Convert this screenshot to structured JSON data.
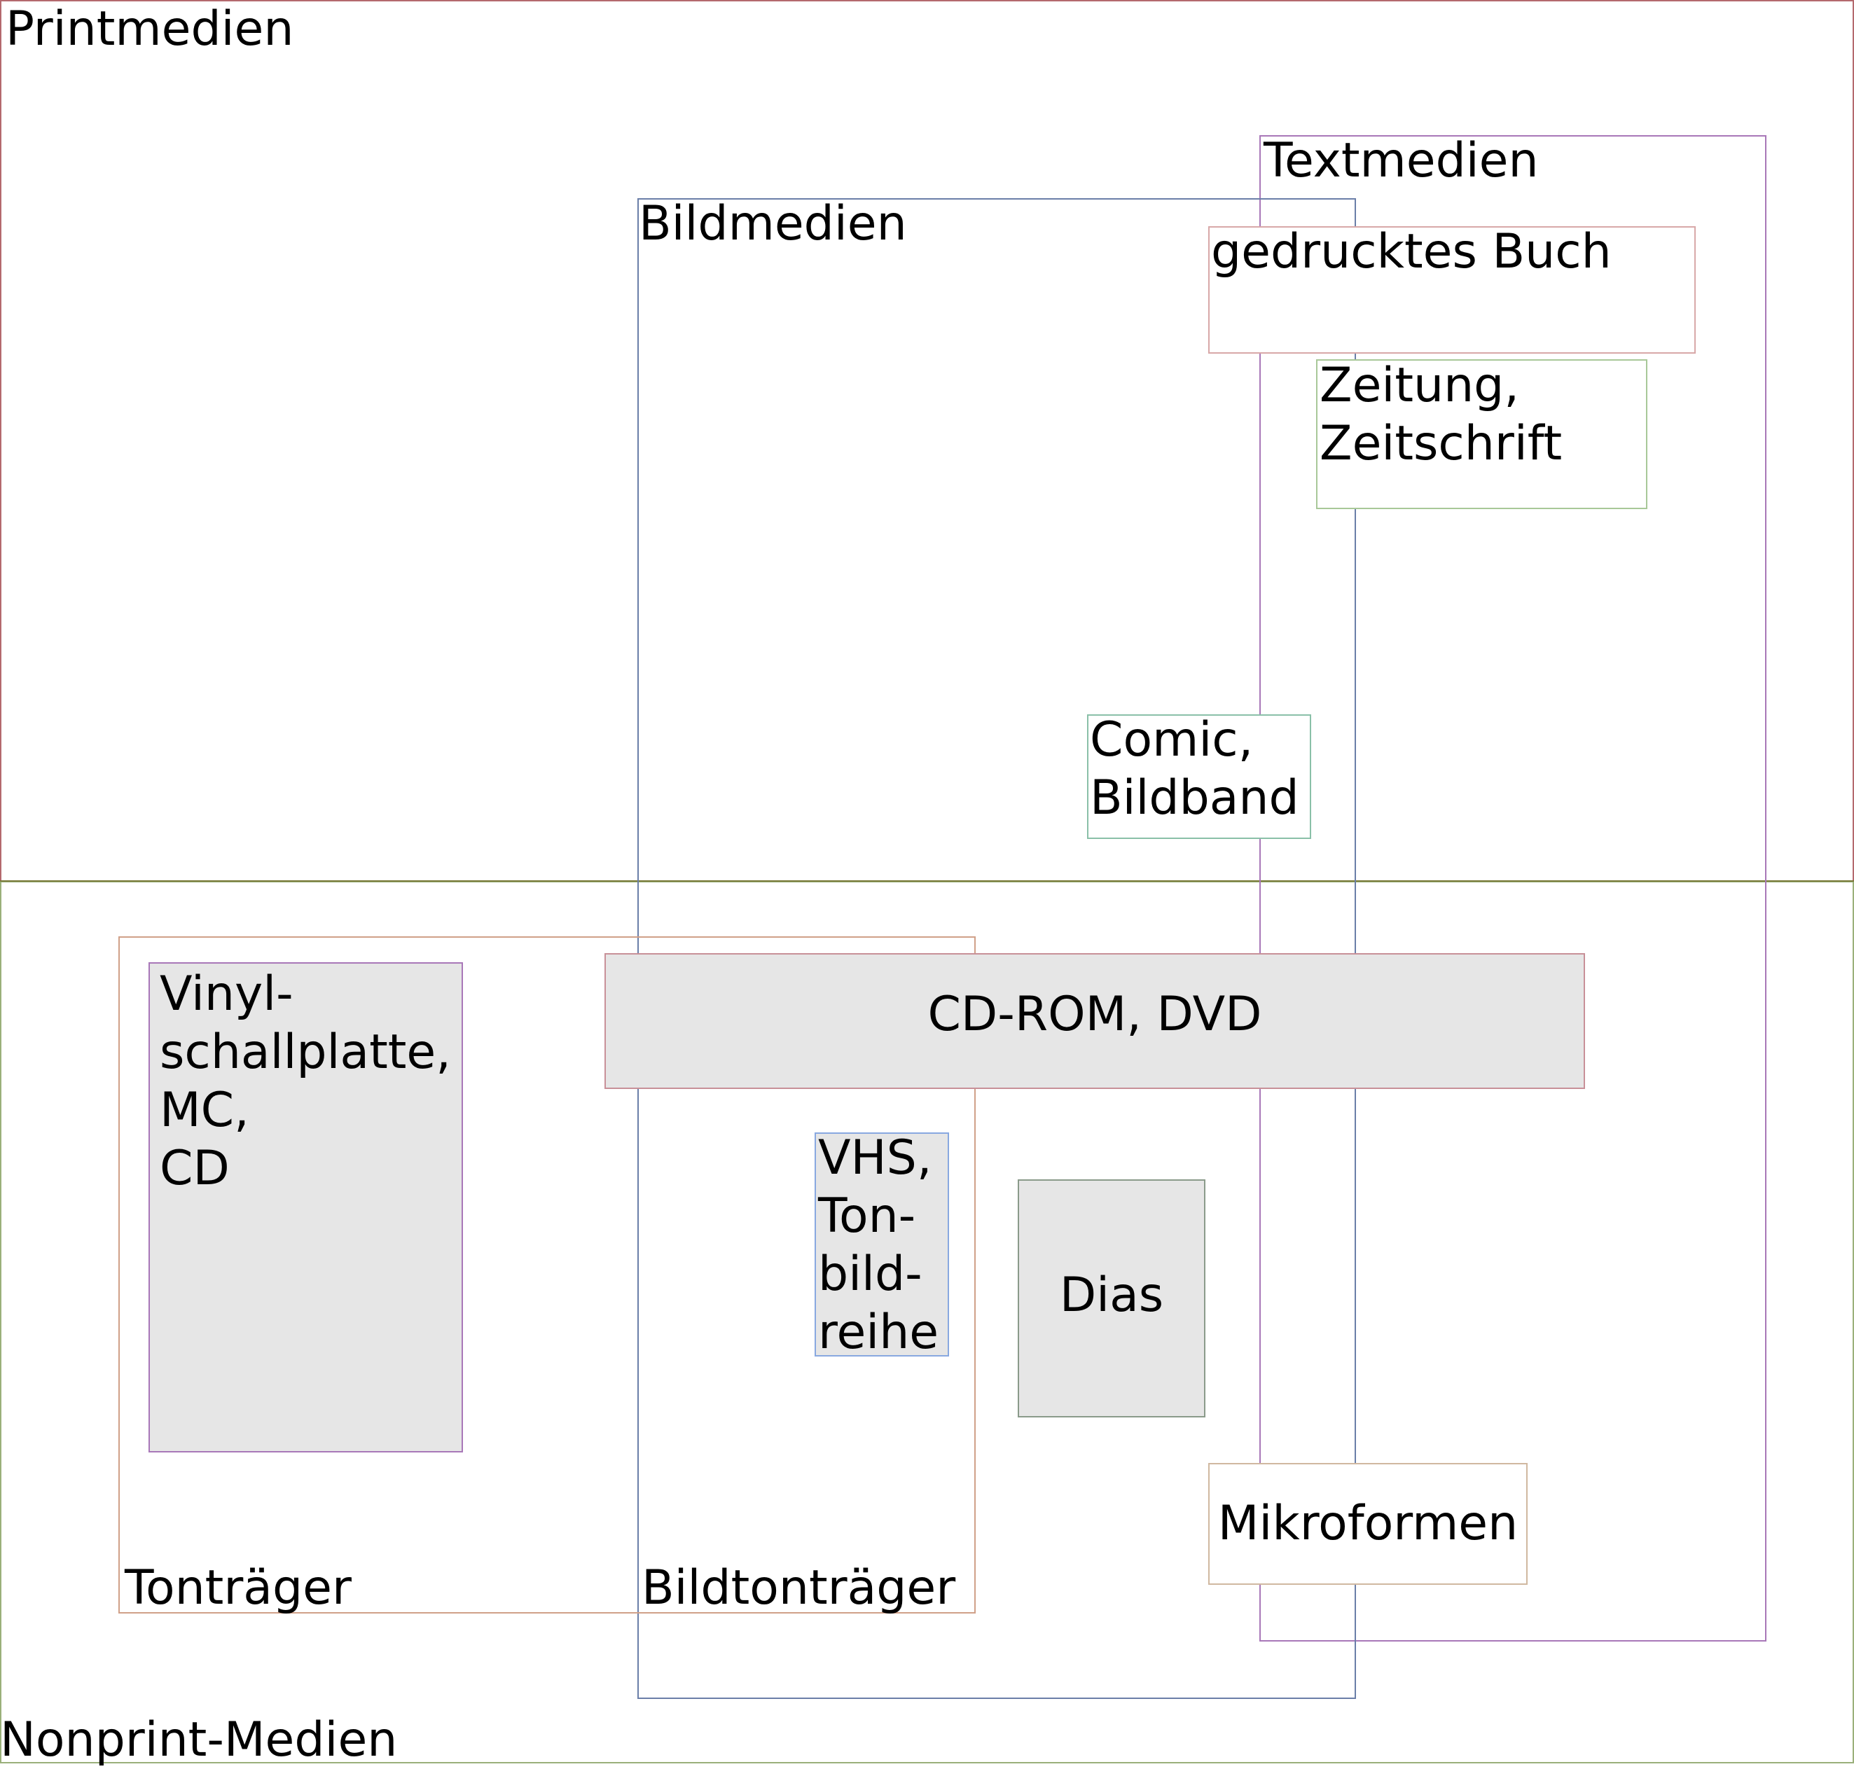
{
  "regions": {
    "printmedien": "Printmedien",
    "nonprint_medien": "Nonprint-Medien",
    "textmedien": "Textmedien",
    "bildmedien": "Bildmedien",
    "tontraeger": "Tonträger",
    "bildtontraeger": "Bildtonträger"
  },
  "items": {
    "gedrucktes_buch": "gedrucktes Buch",
    "zeitung_zeitschrift": "Zeitung,\nZeitschrift",
    "comic_bildband": "Comic,\nBildband",
    "cd_rom_dvd": "CD-ROM, DVD",
    "vinyl_mc_cd": "Vinyl-\nschallplatte,\nMC,\nCD",
    "vhs_tonbildreihe": "VHS,\nTon-\nbild-\nreihe",
    "dias": "Dias",
    "mikroformen": "Mikroformen"
  },
  "colors": {
    "printmedien_border": "#b4696e",
    "nonprint_border": "#9ab07a",
    "divider": "#7a7a3a",
    "textmedien_border": "#a877b8",
    "bildmedien_border": "#6a7ea8",
    "tontraeger_border": "#d0a088",
    "fill": "#e6e6e6"
  }
}
